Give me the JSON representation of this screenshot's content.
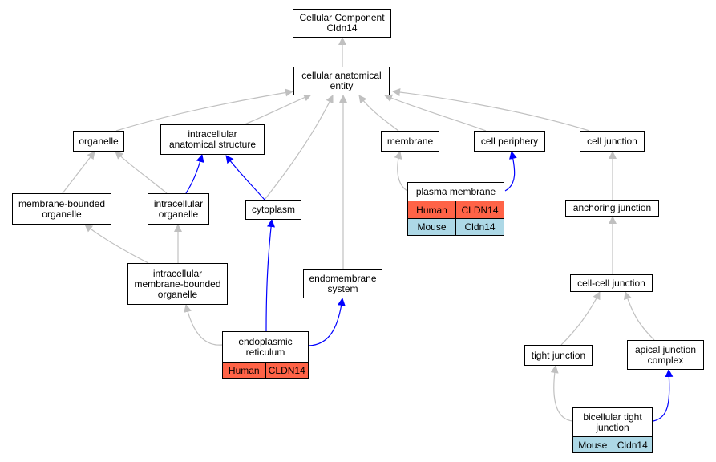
{
  "nodes": {
    "root": "Cellular Component\nCldn14",
    "cae": "cellular anatomical\nentity",
    "organelle": "organelle",
    "ias": "intracellular\nanatomical structure",
    "membrane": "membrane",
    "cell_periphery": "cell periphery",
    "cell_junction": "cell junction",
    "mbo": "membrane-bounded\norganelle",
    "io": "intracellular\norganelle",
    "cytoplasm": "cytoplasm",
    "plasma_membrane": "plasma membrane",
    "anchoring_junction": "anchoring junction",
    "imbo": "intracellular\nmembrane-bounded\norganelle",
    "endomembrane": "endomembrane\nsystem",
    "cell_cell_junction": "cell-cell junction",
    "er": "endoplasmic\nreticulum",
    "tight_junction": "tight junction",
    "ajc": "apical junction\ncomplex",
    "btj": "bicellular tight\njunction"
  },
  "species": {
    "human": "Human",
    "mouse": "Mouse",
    "human_gene": "CLDN14",
    "mouse_gene": "Cldn14"
  },
  "colors": {
    "is_a_edge": "#c0c0c0",
    "part_of_edge": "#0000ff",
    "human_row": "#ff6347",
    "mouse_row": "#add8e6"
  }
}
